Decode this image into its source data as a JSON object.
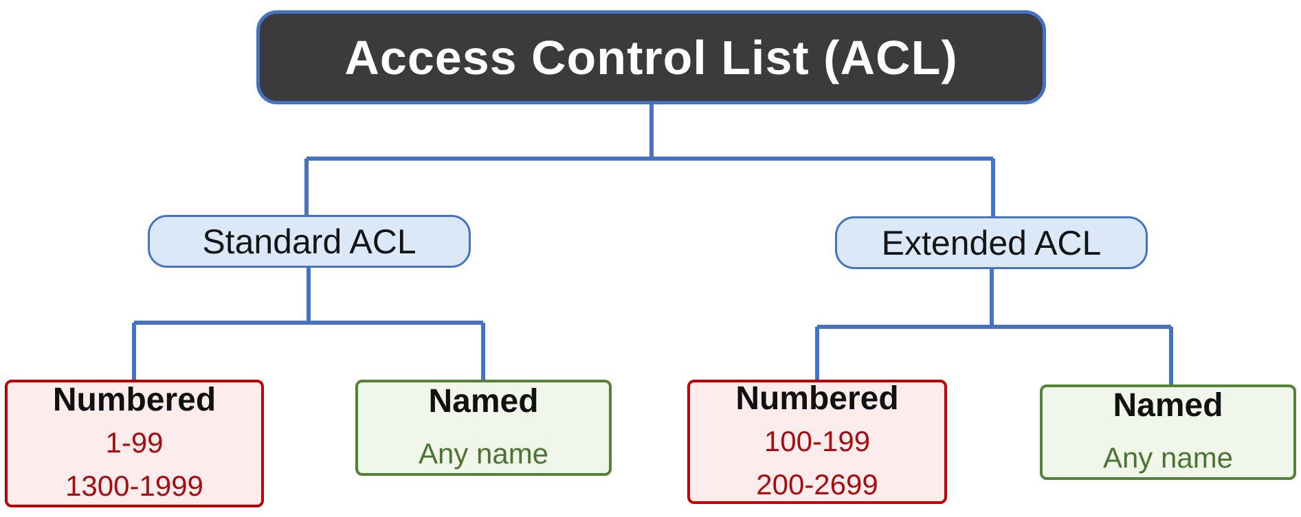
{
  "diagram": {
    "title_node": {
      "label": "Access Control List (ACL)"
    },
    "branches": [
      {
        "label": "Standard ACL"
      },
      {
        "label": "Extended ACL"
      }
    ],
    "leaves": [
      {
        "parent": "Standard ACL",
        "title": "Numbered",
        "lines": [
          "1-99",
          "1300-1999"
        ]
      },
      {
        "parent": "Standard ACL",
        "title": "Named",
        "lines": [
          "Any name"
        ]
      },
      {
        "parent": "Extended ACL",
        "title": "Numbered",
        "lines": [
          "100-199",
          "200-2699"
        ]
      },
      {
        "parent": "Extended ACL",
        "title": "Named",
        "lines": [
          "Any name"
        ]
      }
    ],
    "colors": {
      "connector_blue": "#4472c4",
      "root_fill": "#3b3b3d",
      "root_text": "#ffffff",
      "branch_fill": "#dbe8f7",
      "numbered_border": "#c00000",
      "numbered_fill": "#fcedec",
      "numbered_text": "#a80c10",
      "named_border": "#538135",
      "named_fill": "#f1f6eb",
      "named_text": "#4a7430",
      "background": "#ffffff"
    }
  }
}
